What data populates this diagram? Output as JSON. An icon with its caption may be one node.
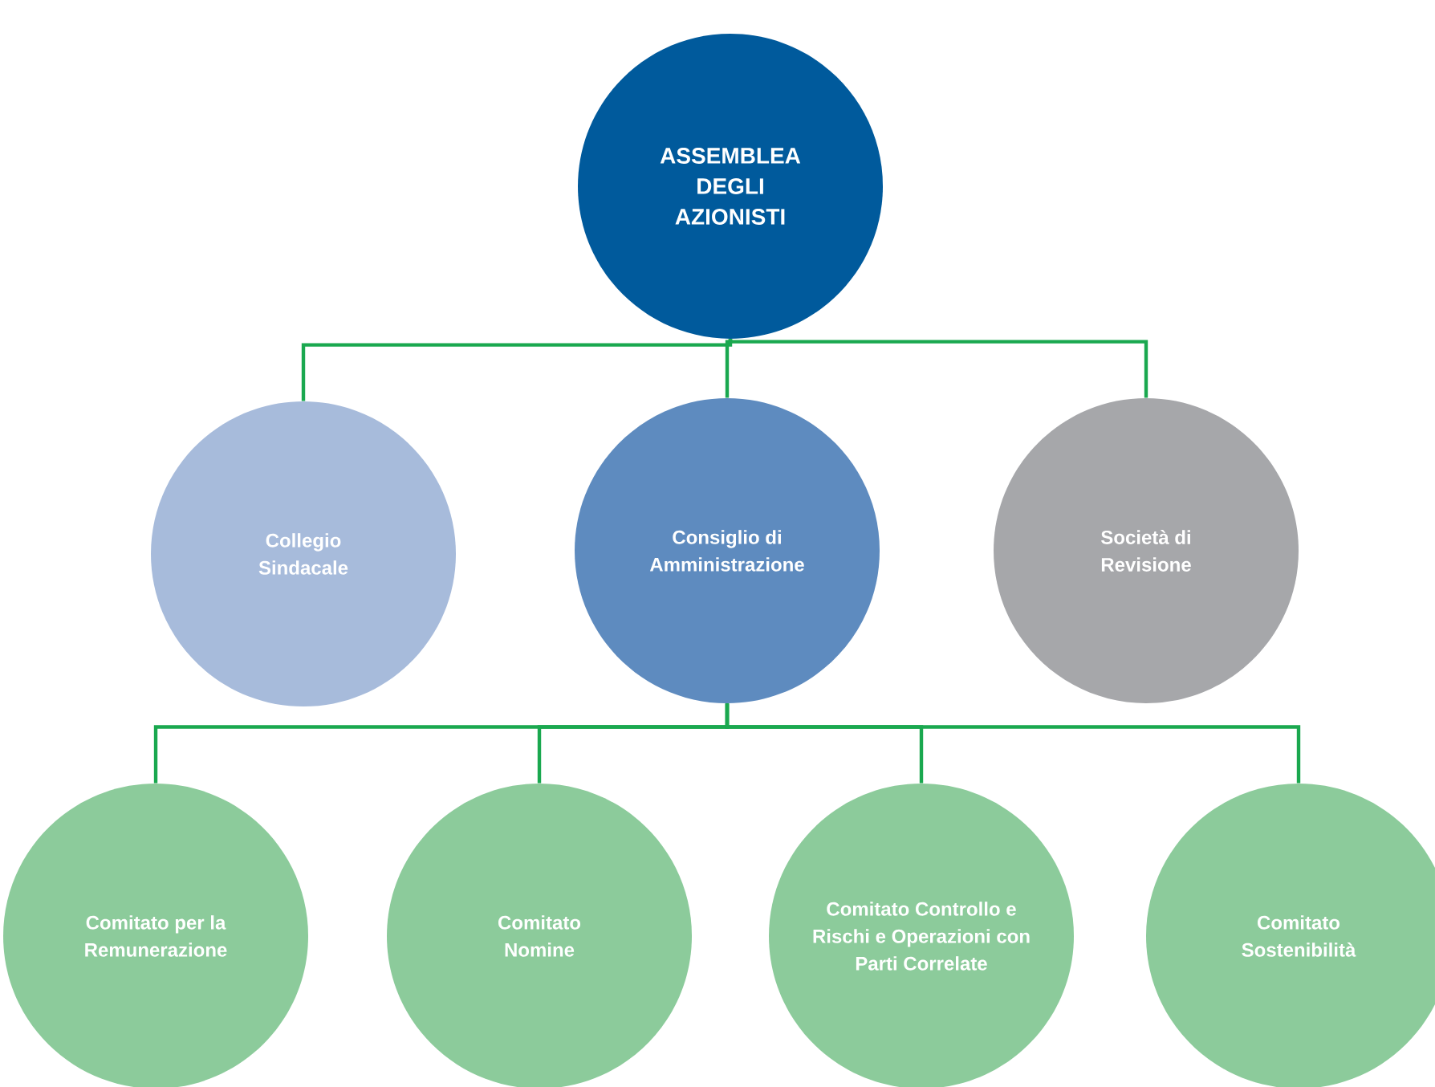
{
  "diagram": {
    "nodes": [
      {
        "text": [
          "ASSEMBLEA DEGLI AZIONISTI"
        ]
      },
      {
        "text": [
          "Collegio Sindacale"
        ]
      },
      {
        "text": [
          "Consiglio di Amministrazione"
        ]
      },
      {
        "text": [
          "Società di Revisione"
        ]
      },
      {
        "text": [
          "Comitato per la Remunerazione"
        ]
      },
      {
        "text": [
          "Comitato Nomine"
        ]
      },
      {
        "text": [
          "Comitato Controllo e Rischi e Operazioni con Parti Correlate"
        ]
      },
      {
        "text": [
          "Comitato Sostenibilità"
        ]
      }
    ],
    "edges": [
      {
        "from": 0,
        "to": 1,
        "arrow": "none"
      },
      {
        "from": 0,
        "to": 2,
        "arrow": "none"
      },
      {
        "from": 0,
        "to": 3,
        "arrow": "none"
      },
      {
        "from": 2,
        "to": 4,
        "arrow": "none"
      },
      {
        "from": 2,
        "to": 5,
        "arrow": "none"
      },
      {
        "from": 2,
        "to": 6,
        "arrow": "none"
      },
      {
        "from": 2,
        "to": 7,
        "arrow": "none"
      }
    ]
  }
}
